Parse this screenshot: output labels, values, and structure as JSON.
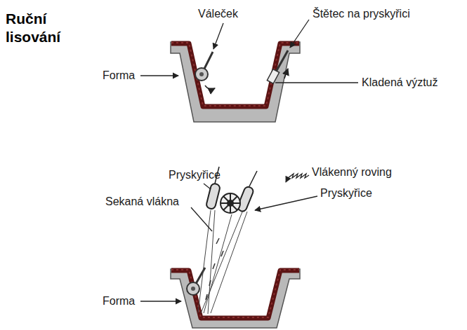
{
  "diagram": {
    "title": "Ruční lisování",
    "labels": [
      "Váleček",
      "Štětec na pryskyřici",
      "Forma",
      "Kladená výztuž",
      "Pryskyřice",
      "Vlákenný roving",
      "Pryskyřice",
      "Sekaná vlákna",
      "Forma"
    ]
  }
}
